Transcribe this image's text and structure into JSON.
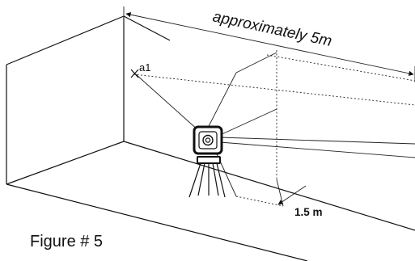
{
  "labels": {
    "distance": "approximately 5m",
    "point": "a1",
    "offset": "1.5 m",
    "figure": "Figure # 5"
  }
}
